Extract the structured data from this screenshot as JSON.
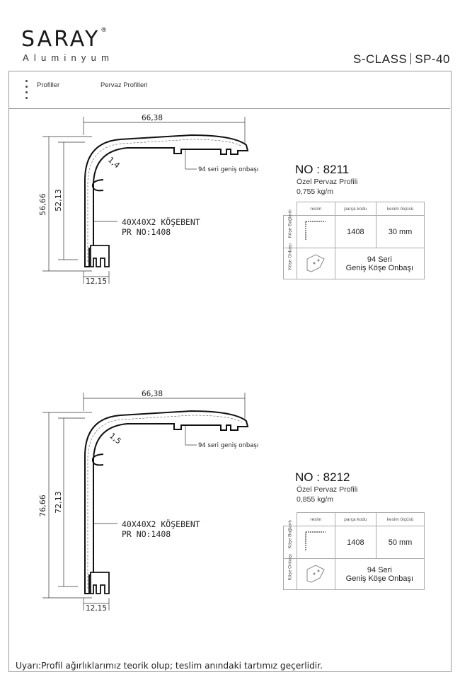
{
  "brand": {
    "name": "SARAY",
    "reg": "®",
    "sub": "Aluminyum"
  },
  "series_label": {
    "left": "S-CLASS",
    "right": "SP-40"
  },
  "nav": {
    "item1": "Profiller",
    "item2": "Pervaz Profilleri"
  },
  "profiles": [
    {
      "no": "NO : 8211",
      "name": "Özel Pervaz Profili",
      "weight": "0,755 kg/m",
      "dims": {
        "width": "66,38",
        "height_outer": "56,66",
        "height_inner": "52,13",
        "thickness": "1,4",
        "base": "12,15"
      },
      "note": "94 seri geniş onbaşı",
      "label1": "40X40X2 KÖŞEBENT",
      "label2": "PR NO:1408",
      "table": {
        "headers": [
          "resim",
          "parça kodu",
          "kesim ölçüsü"
        ],
        "rows": [
          {
            "label": "Köşe Bağlantı",
            "code": "1408",
            "cut": "30 mm"
          },
          {
            "label": "Köşe Onbaşı",
            "desc1": "94 Seri",
            "desc2": "Geniş Köşe Onbaşı"
          }
        ]
      }
    },
    {
      "no": "NO : 8212",
      "name": "Özel Pervaz Profili",
      "weight": "0,855 kg/m",
      "dims": {
        "width": "66,38",
        "height_outer": "76,66",
        "height_inner": "72,13",
        "thickness": "1,5",
        "base": "12,15"
      },
      "note": "94 seri geniş onbaşı",
      "label1": "40X40X2 KÖŞEBENT",
      "label2": "PR NO:1408",
      "table": {
        "headers": [
          "resim",
          "parça kodu",
          "kesim ölçüsü"
        ],
        "rows": [
          {
            "label": "Köşe Bağlantı",
            "code": "1408",
            "cut": "50 mm"
          },
          {
            "label": "Köşe Onbaşı",
            "desc1": "94 Seri",
            "desc2": "Geniş Köşe Onbaşı"
          }
        ]
      }
    }
  ],
  "footer": "Uyarı:Profil ağırlıklarımız  teorik olup; teslim anındaki tartımız geçerlidir."
}
